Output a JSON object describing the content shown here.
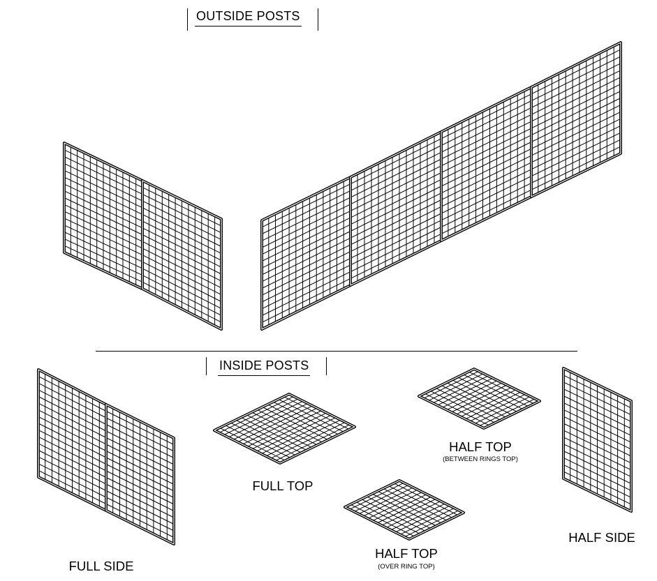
{
  "headings": {
    "outside": "OUTSIDE POSTS",
    "inside": "INSIDE POSTS"
  },
  "panels": {
    "full_top": "FULL TOP",
    "half_top_between": "HALF TOP",
    "half_top_between_note": "(BETWEEN RINGS TOP)",
    "half_top_over": "HALF TOP",
    "half_top_over_note": "(OVER RING TOP)",
    "full_side": "FULL SIDE",
    "half_side": "HALF SIDE"
  },
  "colors": {
    "line": "#000000",
    "background": "#ffffff"
  }
}
